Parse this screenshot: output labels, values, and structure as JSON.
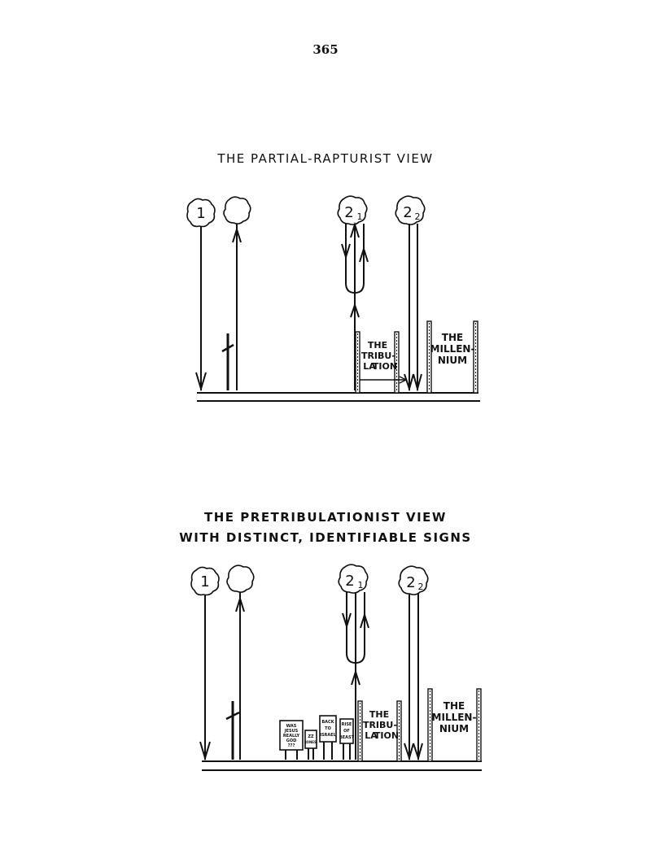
{
  "page": {
    "number": "365"
  },
  "diagram1": {
    "title": "THE PARTIAL-RAPTURIST VIEW",
    "markers": {
      "m1": "1",
      "m2main": "2",
      "m2sub1": "1",
      "m2sub2": "2"
    },
    "tribulation": [
      "THE",
      "TRI",
      "BU-",
      "LA",
      "TION"
    ],
    "millennium": [
      "THE",
      "MILLEN-",
      "NIUM"
    ]
  },
  "diagram2": {
    "title_line1": "THE PRETRIBULATIONIST VIEW",
    "title_line2": "WITH DISTINCT, IDENTIFIABLE SIGNS",
    "markers": {
      "m1": "1",
      "m2main": "2",
      "m2sub1": "1",
      "m2sub2": "2"
    },
    "tribulation": [
      "THE",
      "TRI",
      "BU-",
      "LA",
      "TION"
    ],
    "millennium": [
      "THE",
      "MILLEN-",
      "NIUM"
    ],
    "signs": [
      {
        "lines": [
          "WAS",
          "JESUS",
          "REALLY",
          "GOD",
          "???"
        ]
      },
      {
        "lines": [
          "ZZ",
          "JONES"
        ]
      },
      {
        "lines": [
          "BACK",
          "TO",
          "ISRAEL"
        ]
      },
      {
        "lines": [
          "RISE",
          "OF",
          "BEAST"
        ]
      }
    ]
  }
}
